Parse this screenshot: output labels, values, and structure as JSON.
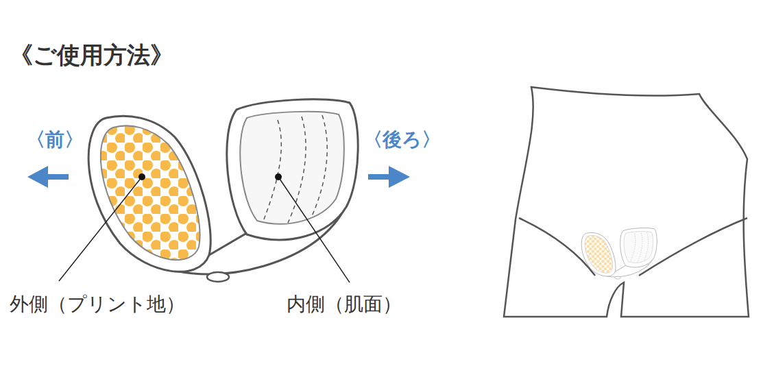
{
  "diagram": {
    "title": "《ご使用方法》",
    "labels": [
      "〈前〉",
      "〈後ろ〉",
      "外側（プリント地）",
      "内側（肌面）"
    ]
  }
}
